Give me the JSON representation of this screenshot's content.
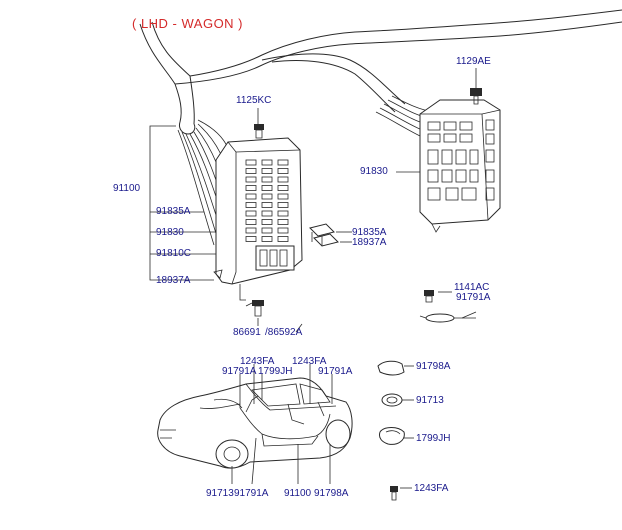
{
  "title": "( LHD - WAGON )",
  "labels": {
    "p1129AE": "1129AE",
    "p1125KC": "1125KC",
    "p91100_main": "91100",
    "p91835A_left": "91835A",
    "p91830_left": "91830",
    "p91810C": "91810C",
    "p18937A_left": "18937A",
    "p91830_right": "91830",
    "p91835A_mid": "91835A",
    "p18937A_mid": "18937A",
    "p1141AC": "1141AC",
    "p91791A_right": "91791A",
    "p86691": "86691",
    "p86592A": "/86592A",
    "p1243FA_top1": "1243FA",
    "p1243FA_top2": "1243FA",
    "p91791A_top1": "91791A",
    "p1799JH_top": "1799JH",
    "p91791A_top2": "91791A",
    "p91798A_r1": "91798A",
    "p91713_r": "91713",
    "p1799JH_r": "1799JH",
    "p1243FA_r": "1243FA",
    "p91713_b": "91713",
    "p91791A_b": "91791A",
    "p91100_b": "91100",
    "p91798A_b": "91798A"
  },
  "icons": [
    "wiring-harness-icon",
    "junction-box-left-icon",
    "junction-box-right-icon",
    "bolt-icon",
    "relay-icon",
    "grommet-icon",
    "clamp-icon",
    "wagon-car-icon"
  ]
}
